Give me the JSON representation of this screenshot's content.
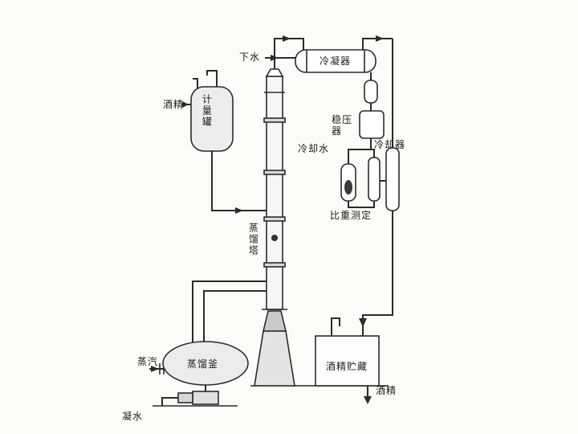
{
  "colors": {
    "ink": "#2b2b2b",
    "vessel_fill": "#ededed",
    "bg": "#fbfbfa"
  },
  "labels": {
    "drain_water": "下水",
    "condenser": "冷凝器",
    "alcohol_feed": "酒精",
    "measuring_tank": "计量罐",
    "stabilizer": "稳压器",
    "cooling_water": "冷却水",
    "cooler": "冷却器",
    "gravity_measure": "比重测定",
    "distillation_column": "蒸馏塔",
    "steam": "蒸汽",
    "distillation_kettle": "蒸馏釜",
    "alcohol_storage": "酒精贮藏",
    "alcohol_product": "酒精",
    "condensate": "凝水"
  }
}
